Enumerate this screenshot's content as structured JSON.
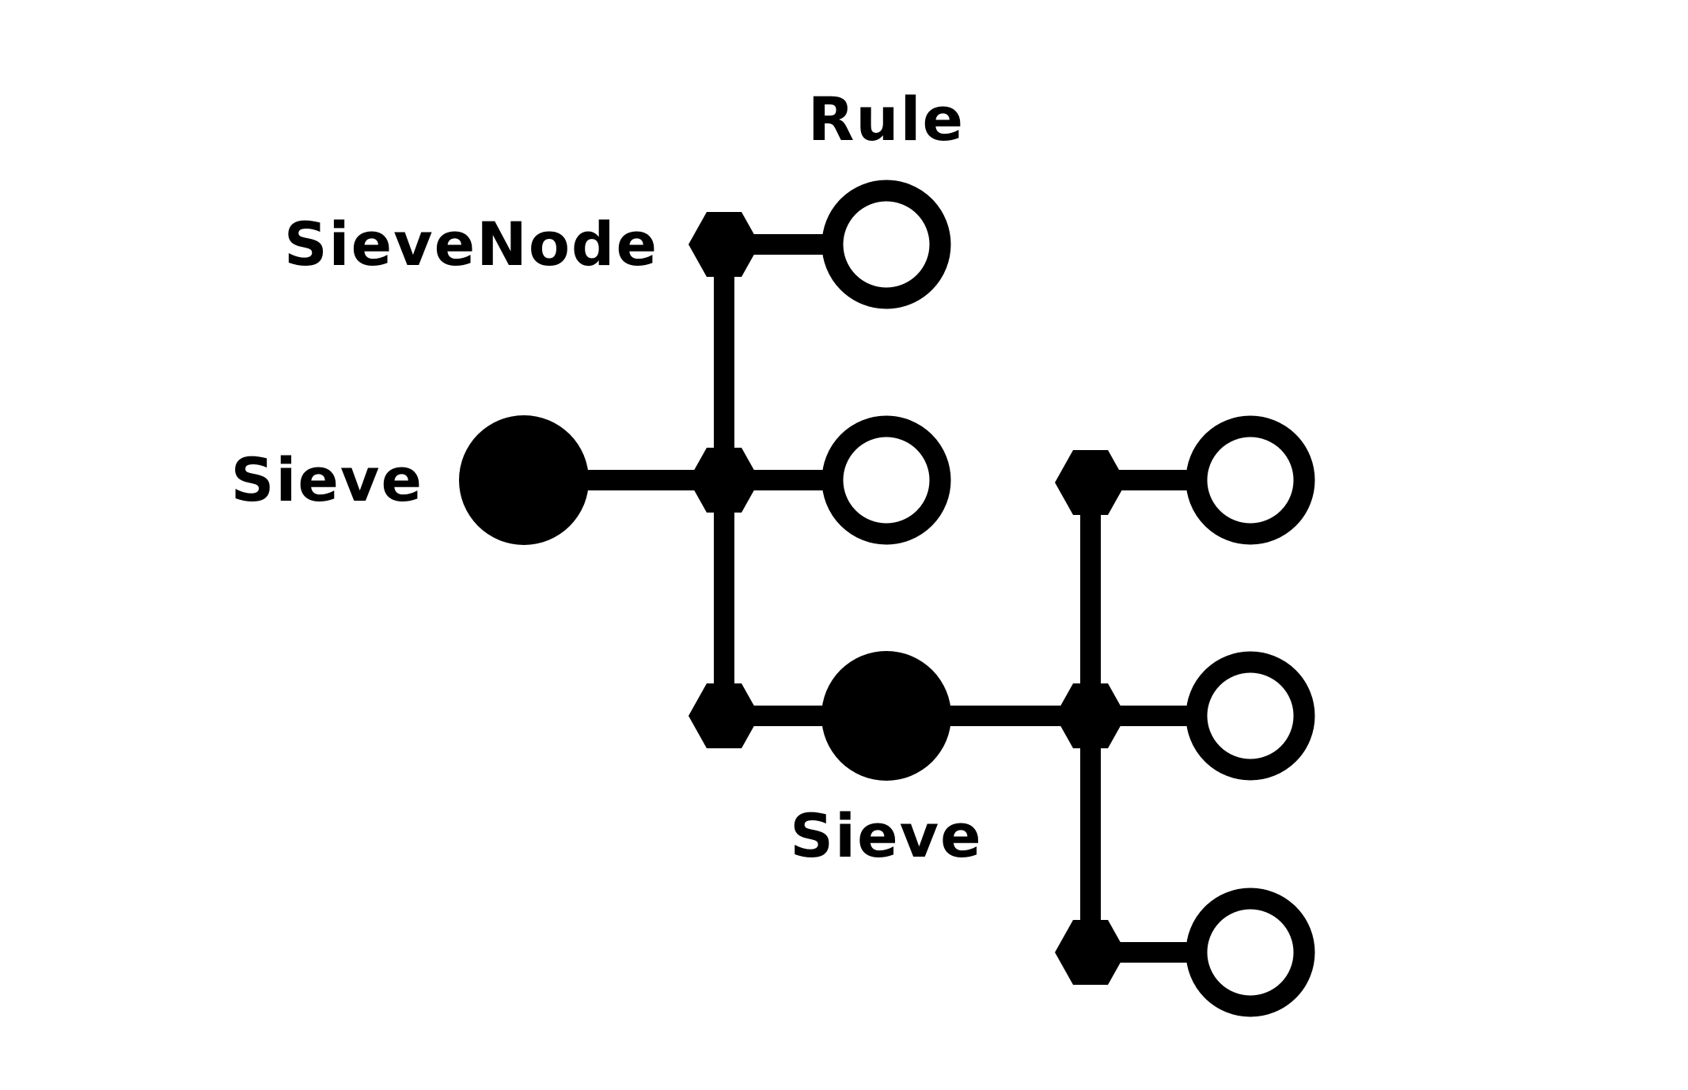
{
  "labels": {
    "rule": "Rule",
    "sieve_node": "SieveNode",
    "sieve_left": "Sieve",
    "sieve_bottom": "Sieve"
  },
  "colors": {
    "ink": "#000000",
    "background": "#ffffff"
  },
  "node_shapes": {
    "sieve": "filled-circle",
    "sieve_node": "filled-hexagon",
    "rule": "open-circle"
  }
}
